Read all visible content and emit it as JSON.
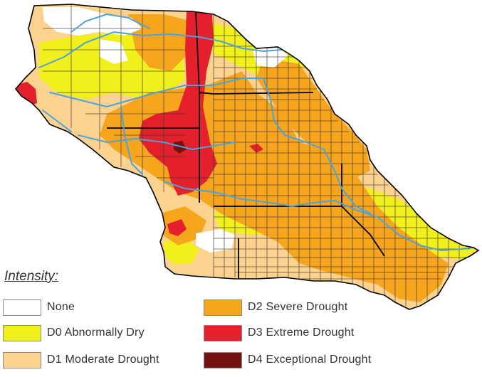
{
  "legend": {
    "title": "Intensity:",
    "items": [
      {
        "key": "none",
        "label": "None",
        "color": "#ffffff"
      },
      {
        "key": "d0",
        "label": "D0 Abnormally Dry",
        "color": "#f2f01a"
      },
      {
        "key": "d1",
        "label": "D1 Moderate Drought",
        "color": "#fcd38e"
      },
      {
        "key": "d2",
        "label": "D2 Severe Drought",
        "color": "#f8a51e"
      },
      {
        "key": "d3",
        "label": "D3 Extreme Drought",
        "color": "#e3202b"
      },
      {
        "key": "d4",
        "label": "D4 Exceptional Drought",
        "color": "#731110"
      }
    ]
  },
  "map": {
    "river_color": "#4aa3df",
    "boundary_color": "#000000",
    "county_line_color": "#3a3a3a"
  }
}
